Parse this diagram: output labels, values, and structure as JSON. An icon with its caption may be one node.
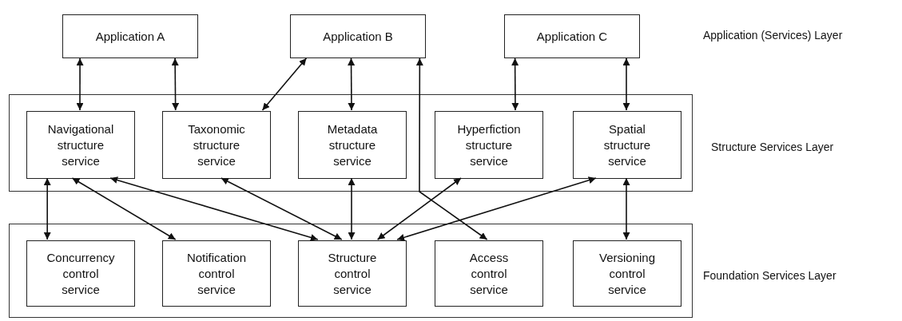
{
  "diagram": {
    "nodes": [
      {
        "text": [
          "Application A"
        ]
      },
      {
        "text": [
          "Application B"
        ]
      },
      {
        "text": [
          "Application C"
        ]
      },
      {
        "text": [],
        "shape": "box"
      },
      {
        "text": [
          "Navigational structure service"
        ],
        "in": 3
      },
      {
        "text": [
          "Taxonomic structure service"
        ],
        "in": 3
      },
      {
        "text": [
          "Metadata structure service"
        ],
        "in": 3
      },
      {
        "text": [
          "Hyperfiction structure service"
        ],
        "in": 3
      },
      {
        "text": [
          "Spatial structure service"
        ],
        "in": 3
      },
      {
        "text": [],
        "shape": "box"
      },
      {
        "text": [
          "Concurrency control service"
        ],
        "in": 9
      },
      {
        "text": [
          "Notification control service"
        ],
        "in": 9
      },
      {
        "text": [
          "Structure control service"
        ],
        "in": 9
      },
      {
        "text": [
          "Access control service"
        ],
        "in": 9
      },
      {
        "text": [
          "Versioning control service"
        ],
        "in": 9
      }
    ],
    "edges": [
      {
        "from": 0,
        "to": 4,
        "arrow": "both"
      },
      {
        "from": 0,
        "to": 5,
        "arrow": "both"
      },
      {
        "from": 1,
        "to": 5,
        "arrow": "both"
      },
      {
        "from": 1,
        "to": 6,
        "arrow": "both"
      },
      {
        "from": 2,
        "to": 7,
        "arrow": "both"
      },
      {
        "from": 2,
        "to": 8,
        "arrow": "both"
      },
      {
        "from": 1,
        "to": 13,
        "arrow": "both"
      },
      {
        "from": 4,
        "to": 10,
        "arrow": "both"
      },
      {
        "from": 4,
        "to": 11,
        "arrow": "both"
      },
      {
        "from": 4,
        "to": 12,
        "arrow": "both"
      },
      {
        "from": 5,
        "to": 12,
        "arrow": "both"
      },
      {
        "from": 6,
        "to": 12,
        "arrow": "both"
      },
      {
        "from": 7,
        "to": 12,
        "arrow": "both"
      },
      {
        "from": 8,
        "to": 12,
        "arrow": "both"
      },
      {
        "from": 8,
        "to": 14,
        "arrow": "both"
      }
    ],
    "labels": [
      "Application (Services) Layer",
      "Structure Services Layer",
      "Foundation Services Layer"
    ]
  }
}
